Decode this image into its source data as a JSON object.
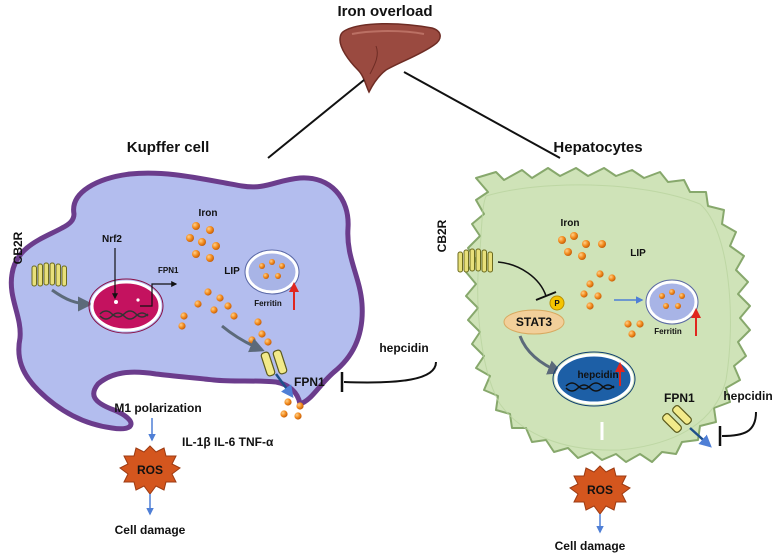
{
  "title": "Iron overload",
  "kupffer": {
    "heading": "Kupffer cell",
    "receptor": "CB2R",
    "nrf2": "Nrf2",
    "fpn1_gene": "FPN1",
    "iron": "Iron",
    "lip": "LIP",
    "ferritin": "Ferritin",
    "fpn1": "FPN1",
    "hepcidin": "hepcidin",
    "polarization": "M1 polarization",
    "cytokines": "IL-1β IL-6 TNF-α",
    "ros": "ROS",
    "damage": "Cell damage"
  },
  "hepatocyte": {
    "heading": "Hepatocytes",
    "receptor": "CB2R",
    "iron": "Iron",
    "lip": "LIP",
    "phospho": "P",
    "stat3": "STAT3",
    "ferritin": "Ferritin",
    "nucleus_gene": "hepcidin",
    "hepcidin": "hepcidin",
    "fpn1": "FPN1",
    "ros": "ROS",
    "damage": "Cell damage"
  },
  "colors": {
    "kupffer_fill": "#b3bdee",
    "kupffer_border": "#6b3c8c",
    "hepatocyte_fill": "#cfe3b8",
    "hepatocyte_border": "#87a86c",
    "iron": "#f28a1c",
    "nucleus_kupffer": "#c4125f",
    "nucleus_hepatocyte": "#1d5fa6",
    "ros": "#d4561e",
    "arrow_blue": "#4f7fd6",
    "arrow_red": "#e0261e",
    "stat3": "#f2cf9a",
    "liver": "#9a4a40"
  }
}
